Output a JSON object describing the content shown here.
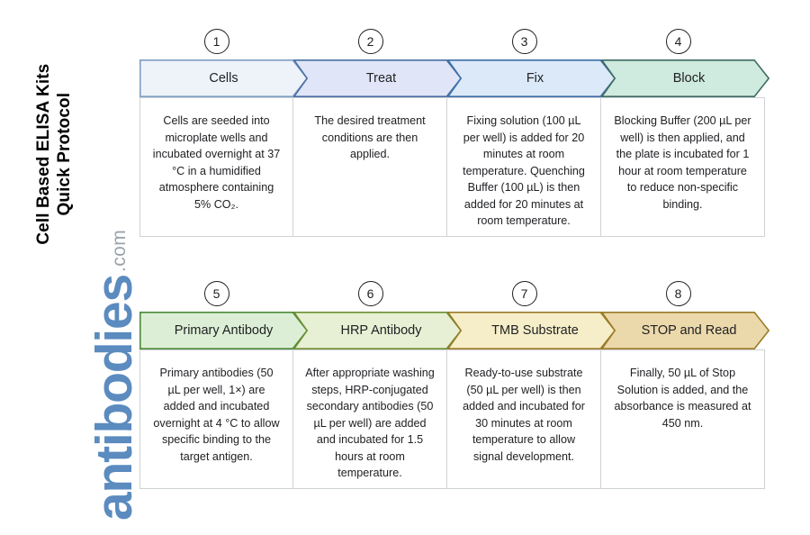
{
  "document": {
    "title": "Cell Based ELISA Kits\nQuick Protocol"
  },
  "brand": {
    "name": "antibodies",
    "tld": ".com"
  },
  "flow": {
    "rows": [
      {
        "row_id": "row-1",
        "steps": [
          {
            "number": "1",
            "label": "Cells",
            "fill": "#eef3fa",
            "stroke": "#7f9ec4",
            "body": "Cells are seeded into microplate wells and incubated overnight at 37 °C in a humidified atmosphere containing 5% CO₂."
          },
          {
            "number": "2",
            "label": "Treat",
            "fill": "#e0e6f7",
            "stroke": "#4a6fa5",
            "body": "The desired treatment conditions are then applied."
          },
          {
            "number": "3",
            "label": "Fix",
            "fill": "#dbe9f8",
            "stroke": "#3f6fa8",
            "body": "Fixing solution (100 µL per well) is added for 20 minutes at room temperature. Quenching Buffer (100 µL) is then added for 20 minutes at room temperature."
          },
          {
            "number": "4",
            "label": "Block",
            "fill": "#cfeade",
            "stroke": "#3f6b63",
            "body": "Blocking Buffer (200 µL per well) is then applied, and the plate is incubated for 1 hour at room temperature to reduce non-specific binding."
          }
        ]
      },
      {
        "row_id": "row-2",
        "steps": [
          {
            "number": "5",
            "label": "Primary Antibody",
            "fill": "#dcefd6",
            "stroke": "#4c8a3a",
            "body": "Primary antibodies (50 µL per well, 1×) are added and incubated overnight at 4 °C to allow specific binding to the target antigen."
          },
          {
            "number": "6",
            "label": "HRP Antibody",
            "fill": "#e7f0d4",
            "stroke": "#6f8f35",
            "body": "After appropriate washing steps, HRP-conjugated secondary antibodies (50 µL per well) are added and incubated for 1.5 hours at room temperature."
          },
          {
            "number": "7",
            "label": "TMB Substrate",
            "fill": "#f6eec8",
            "stroke": "#9a7b28",
            "body": "Ready-to-use substrate (50 µL per well) is then added and incubated for 30 minutes at room temperature to allow signal development."
          },
          {
            "number": "8",
            "label": "STOP and Read",
            "fill": "#ecd9ab",
            "stroke": "#9a7b28",
            "body": "Finally, 50 µL of Stop Solution is added, and the absorbance is measured at 450 nm."
          }
        ]
      }
    ]
  }
}
